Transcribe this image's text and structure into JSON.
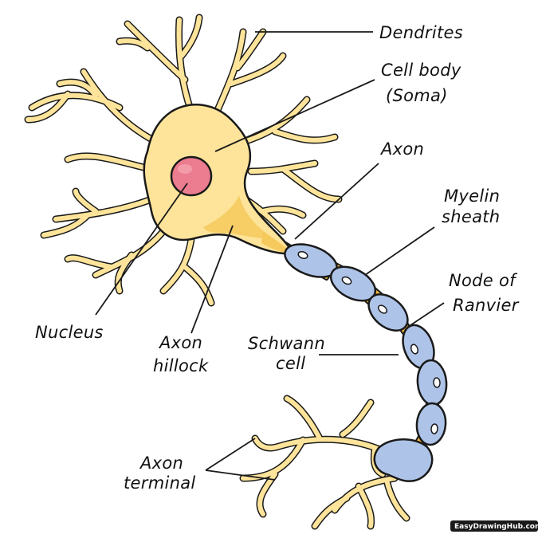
{
  "labels": {
    "dendrites": "Dendrites",
    "cell_body_1": "Cell body",
    "cell_body_2": "(Soma)",
    "axon": "Axon",
    "myelin_1": "Myelin",
    "myelin_2": "sheath",
    "node_1": "Node of",
    "node_2": "Ranvier",
    "schwann_1": "Schwann",
    "schwann_2": "cell",
    "nucleus": "Nucleus",
    "hillock_1": "Axon",
    "hillock_2": "hillock",
    "terminal_1": "Axon",
    "terminal_2": "terminal"
  },
  "watermark": "EasyDrawingHub.com",
  "colors": {
    "soma": "#fde49a",
    "soma_shade": "#f6c95c",
    "nucleus": "#ec7c8f",
    "myelin": "#aec3e8",
    "node": "#f2b53a",
    "outline": "#1a1a1a"
  }
}
